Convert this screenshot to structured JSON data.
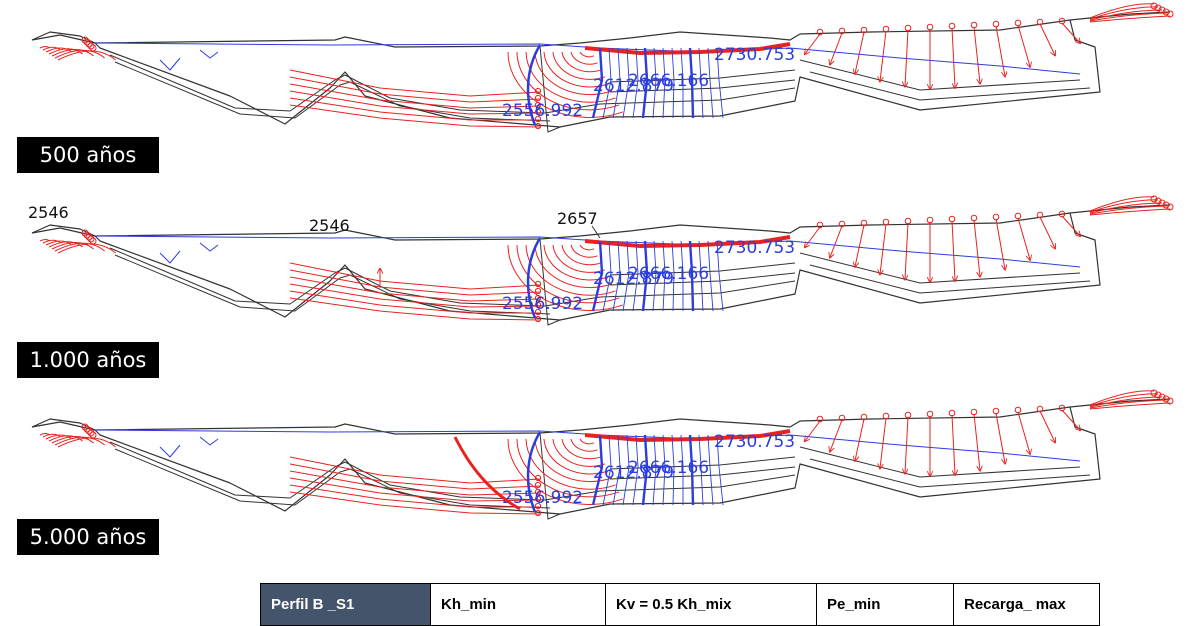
{
  "panels": [
    {
      "period": "500 años",
      "contour_labels": [
        "2556.992",
        "2612.879",
        "2666.166",
        "2730.753"
      ],
      "elevations": []
    },
    {
      "period": "1.000 años",
      "contour_labels": [
        "2556.992",
        "2612.879",
        "2666.166",
        "2730.753"
      ],
      "elevations": [
        "2546",
        "2546",
        "2657"
      ]
    },
    {
      "period": "5.000 años",
      "contour_labels": [
        "2556.992",
        "2612.879",
        "2666.166",
        "2730.753"
      ],
      "elevations": []
    }
  ],
  "table": {
    "cells": [
      "Perfil B _S1",
      "Kh_min",
      "Kv = 0.5 Kh_mix",
      "Pe_min",
      "Recarga_ max"
    ]
  },
  "colors": {
    "flowlines": "#e8231f",
    "equipotentials": "#2b3de0",
    "mesh": "#333333",
    "table_header": "#44546a"
  }
}
